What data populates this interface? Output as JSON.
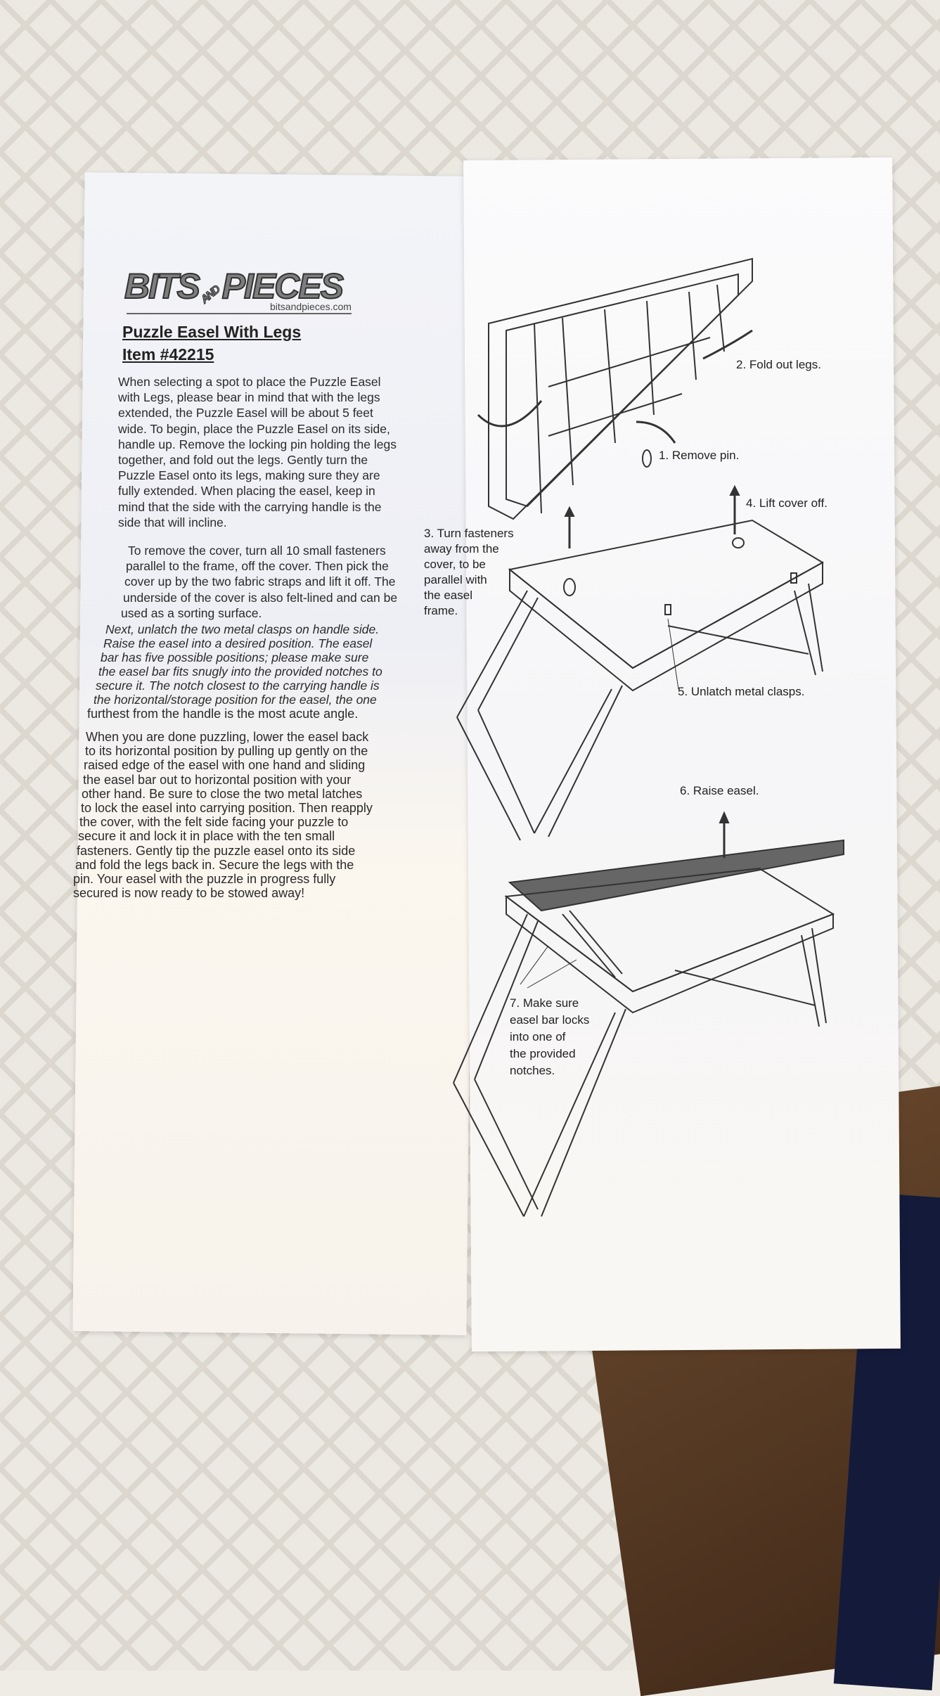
{
  "header": {
    "brand": "BITS AND PIECES",
    "url": "bitsandpieces.com",
    "title": "Puzzle Easel With Legs",
    "item": "Item #42215"
  },
  "paragraphs": [
    {
      "lines": [
        "When selecting a spot to place the Puzzle Easel",
        "with Legs, please bear in mind that with the legs",
        "extended, the Puzzle Easel will be about 5 feet",
        "wide. To begin, place the Puzzle Easel on its side,",
        "handle up. Remove the locking pin holding the legs",
        "together, and fold out the legs. Gently turn the",
        "Puzzle Easel onto its legs, making sure they are",
        "fully extended. When placing the easel, keep in",
        "mind that the side with the carrying handle is the",
        "side that will incline."
      ]
    },
    {
      "lines": [
        "To remove the cover, turn all 10 small fasteners",
        "parallel to the frame, off the cover. Then pick the",
        "cover up by the two fabric straps and lift it off. The",
        "underside of the cover is also felt-lined and can be",
        "used as a sorting surface."
      ]
    },
    {
      "lines": [
        "Next, unlatch the two metal clasps on handle side.",
        "Raise the easel into a desired position. The easel",
        "bar has five possible positions; please make sure",
        "the easel bar fits snugly into the provided notches to",
        "secure it. The notch closest to the carrying handle is",
        "the horizontal/storage position for the easel, the one",
        "furthest from the handle is the most acute angle."
      ]
    },
    {
      "lines": [
        "When you are done puzzling, lower the easel back",
        "to its horizontal position by pulling up gently on the",
        "raised edge of the easel with one hand and sliding",
        "the easel bar out to horizontal position with your",
        "other hand. Be sure to close the two metal latches",
        "to lock the easel into carrying position. Then reapply",
        "the cover, with the felt side facing your puzzle to",
        "secure it and lock it in place with the ten small",
        "fasteners. Gently tip the puzzle easel onto its side",
        "and fold the legs back in. Secure the legs with the",
        "pin. Your easel with the puzzle in progress fully",
        "secured is now ready to be stowed away!"
      ]
    }
  ],
  "steps": [
    {
      "lines": [
        "1. Remove pin."
      ]
    },
    {
      "lines": [
        "2. Fold out legs."
      ]
    },
    {
      "lines": [
        "3. Turn fasteners",
        "away from the",
        "cover, to be",
        "parallel with",
        "the easel",
        "frame."
      ]
    },
    {
      "lines": [
        "4. Lift cover off."
      ]
    },
    {
      "lines": [
        "5. Unlatch metal clasps."
      ]
    },
    {
      "lines": [
        "6. Raise easel."
      ]
    },
    {
      "lines": [
        "7. Make sure",
        "easel bar locks",
        "into one of",
        "the provided",
        "notches."
      ]
    }
  ]
}
